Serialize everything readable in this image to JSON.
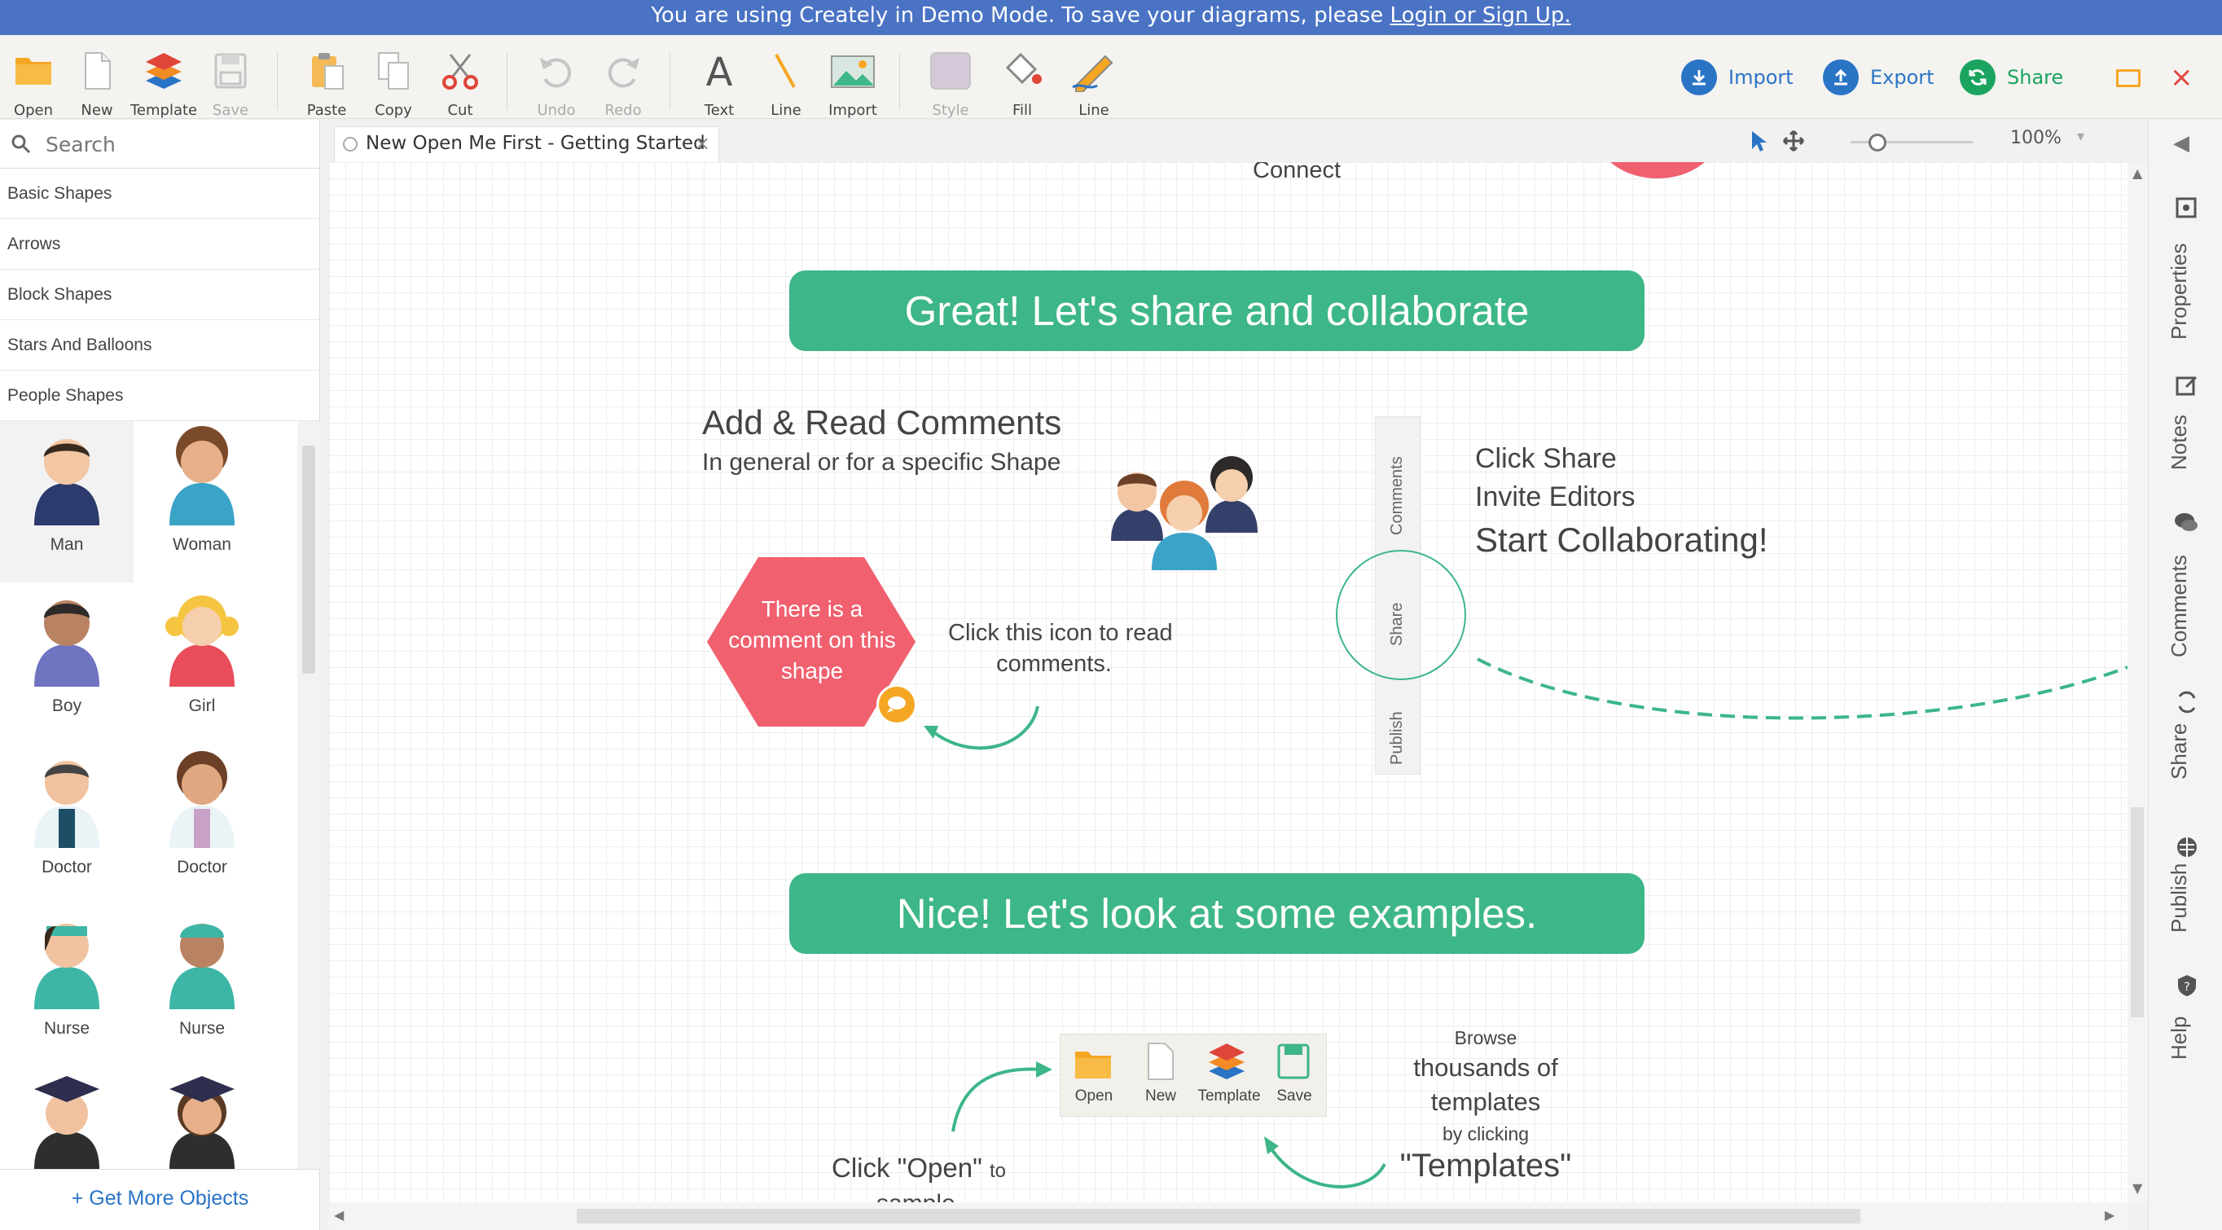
{
  "banner": {
    "text": "You are using Creately in Demo Mode. To save your diagrams, please ",
    "link": "Login or Sign Up."
  },
  "toolbar": {
    "open": "Open",
    "new": "New",
    "template": "Template",
    "save": "Save",
    "paste": "Paste",
    "copy": "Copy",
    "cut": "Cut",
    "undo": "Undo",
    "redo": "Redo",
    "text": "Text",
    "line": "Line",
    "import": "Import",
    "style": "Style",
    "fill": "Fill",
    "line2": "Line",
    "import_btn": "Import",
    "export_btn": "Export",
    "share_btn": "Share"
  },
  "sidebar": {
    "search_placeholder": "Search",
    "categories": [
      "Basic Shapes",
      "Arrows",
      "Block Shapes",
      "Stars And Balloons",
      "People Shapes"
    ],
    "shapes": [
      "Man",
      "Woman",
      "Boy",
      "Girl",
      "Doctor",
      "Doctor",
      "Nurse",
      "Nurse"
    ],
    "get_more": "+ Get More Objects"
  },
  "tab": {
    "title": "New Open Me First - Getting Started"
  },
  "zoom": "100%",
  "canvas": {
    "connect_text": "Connect",
    "banner1": "Great! Let's share and collaborate",
    "comments_title": "Add & Read Comments",
    "comments_sub": "In general or for a specific Shape",
    "hex_text": "There is a comment on this shape",
    "click_icon_1": "Click this icon to read",
    "click_icon_2": "comments.",
    "strip_comments": "Comments",
    "strip_share": "Share",
    "strip_publish": "Publish",
    "share_1": "Click Share",
    "share_2": "Invite Editors",
    "share_3": "Start Collaborating!",
    "banner2": "Nice!  Let's look at some examples.",
    "mini_open": "Open",
    "mini_new": "New",
    "mini_template": "Template",
    "mini_save": "Save",
    "browse": "Browse",
    "thousands": "thousands of",
    "templates": "templates",
    "by_clicking": "by clicking",
    "templates_q": "\"Templates\"",
    "click_open": "Click \"Open\"",
    "click_open_to": "to",
    "click_open_2": "sample"
  },
  "right_panel": [
    "Properties",
    "Notes",
    "Comments",
    "Share",
    "Publish",
    "Help"
  ],
  "colors": {
    "banner": "#4a73c4",
    "accent": "#2a74c6",
    "green": "#3db688",
    "hex": "#f0606f",
    "share_green": "#1aa460"
  }
}
